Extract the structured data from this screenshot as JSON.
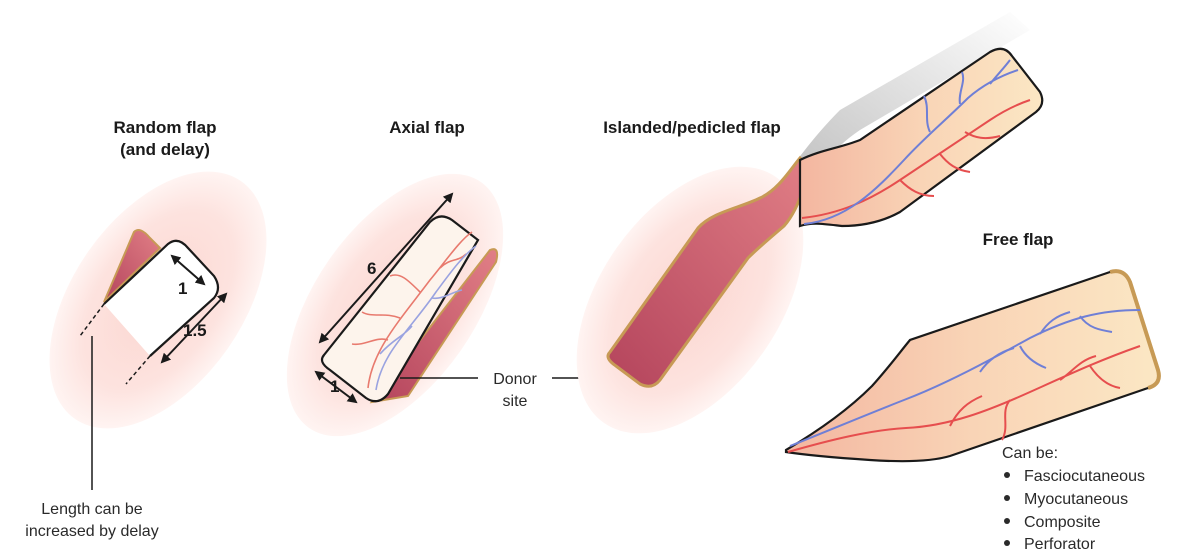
{
  "random_flap": {
    "title_line1": "Random flap",
    "title_line2": "(and delay)",
    "dim_width": "1",
    "dim_length": "1.5",
    "note_line1": "Length can be",
    "note_line2": "increased by delay"
  },
  "axial_flap": {
    "title": "Axial flap",
    "dim_length": "6",
    "dim_width": "1"
  },
  "islanded_flap": {
    "title": "Islanded/pedicled flap"
  },
  "donor_site": {
    "line1": "Donor",
    "line2": "site"
  },
  "free_flap": {
    "title": "Free flap",
    "can_be": "Can be:",
    "types": [
      "Fasciocutaneous",
      "Myocutaneous",
      "Composite",
      "Perforator"
    ]
  },
  "colors": {
    "skin_halo": "#fde3df",
    "flap_fill": "#fbe3c4",
    "flap_edge": "#c79a55",
    "raw_surface": "#c4566a",
    "artery": "#e64e4e",
    "vein": "#6f7fd6"
  }
}
